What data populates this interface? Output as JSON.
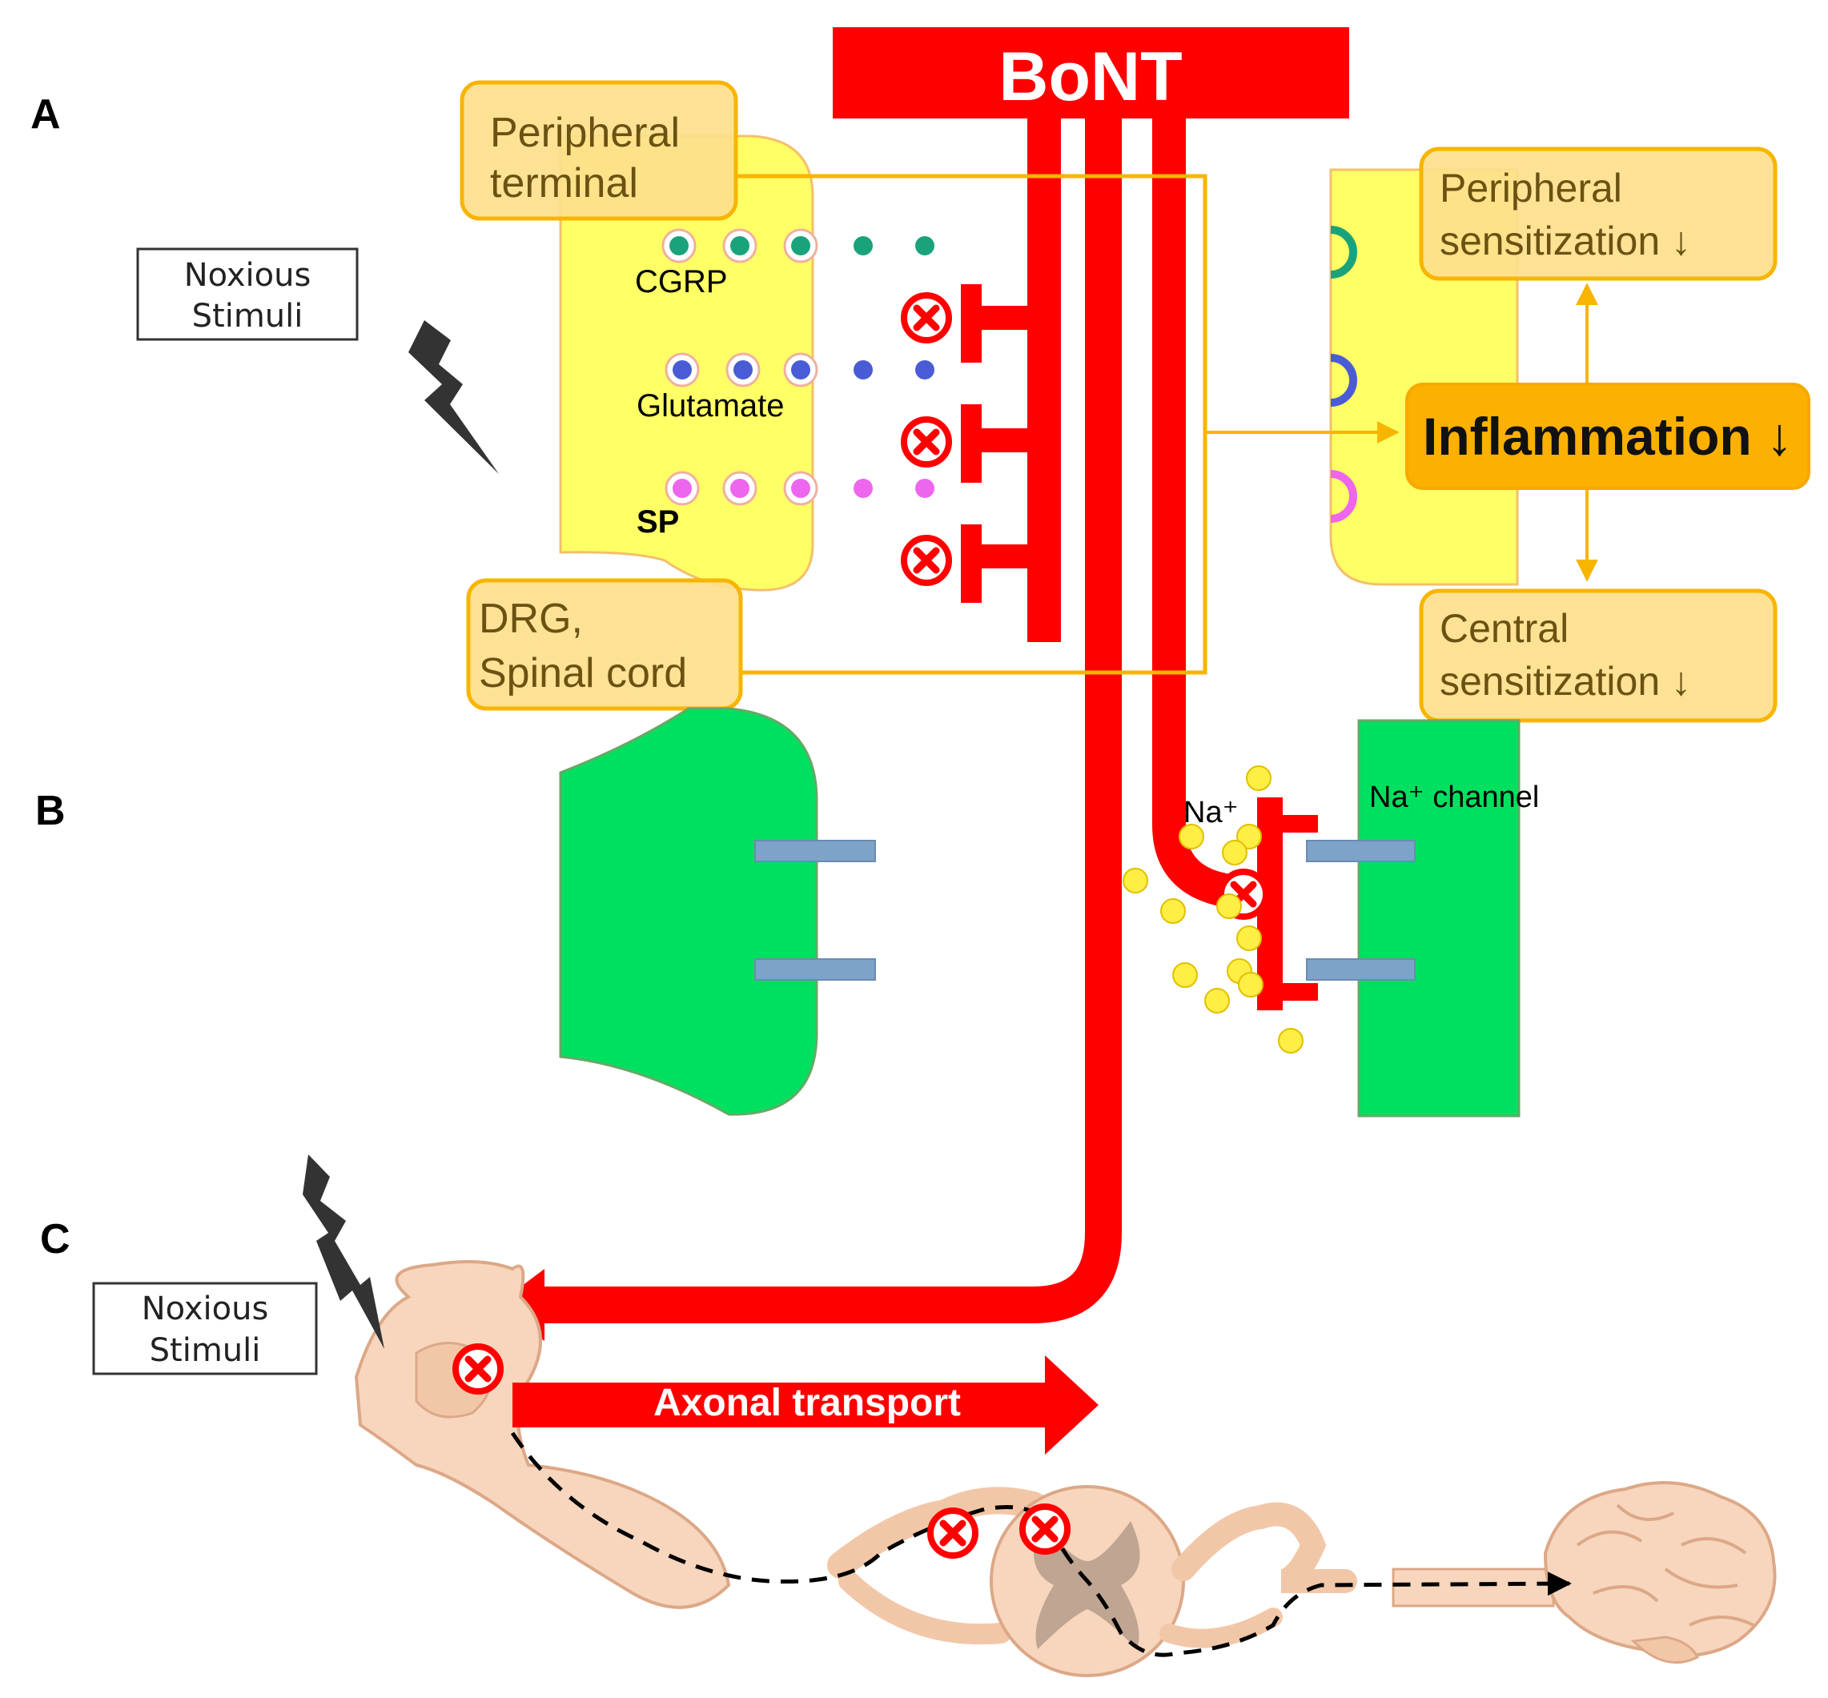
{
  "panels": {
    "a": "A",
    "b": "B",
    "c": "C"
  },
  "bont_label": "BoNT",
  "callouts": {
    "peripheral_terminal": [
      "Peripheral",
      "terminal"
    ],
    "drg_spinal": [
      "DRG,",
      "Spinal cord"
    ],
    "peripheral_sensitization": [
      "Peripheral",
      "sensitization ↓"
    ],
    "central_sensitization": [
      "Central",
      "sensitization ↓"
    ],
    "inflammation": "Inflammation ↓"
  },
  "neurotransmitters": {
    "cgrp": "CGRP",
    "glutamate": "Glutamate",
    "sp": "SP"
  },
  "noxious_top": [
    "Noxious",
    "Stimuli"
  ],
  "noxious_bottom": [
    "Noxious",
    "Stimuli"
  ],
  "na_label": "Na⁺",
  "na_channel_label": "Na⁺ channel",
  "axonal_transport": "Axonal transport",
  "colors": {
    "bont_red": "#ff0000",
    "terminal_yellow": "#ffff66",
    "neuron_green": "#00e060",
    "callout_fill": "#fde08c",
    "callout_border": "#f7b500",
    "inflammation_fill": "#fcb000",
    "cgrp_teal": "#1aa37a",
    "glutamate_blue": "#4a5bd6",
    "sp_magenta": "#ee66ee",
    "channel_blue": "#7ea3c8",
    "skin_tone": "#f7d6bd"
  }
}
